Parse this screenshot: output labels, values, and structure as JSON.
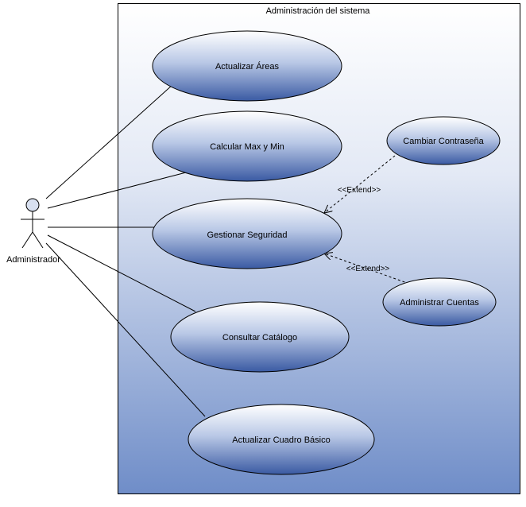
{
  "system": {
    "title": "Administración del sistema"
  },
  "actor": {
    "label": "Administrador"
  },
  "use_cases": {
    "actualizar_areas": "Actualizar Áreas",
    "calcular_max_min": "Calcular Max y Min",
    "gestionar_seguridad": "Gestionar Seguridad",
    "consultar_catalogo": "Consultar Catálogo",
    "actualizar_cuadro_basico": "Actualizar Cuadro Básico",
    "cambiar_contrasena": "Cambiar Contraseña",
    "administrar_cuentas": "Administrar Cuentas"
  },
  "relations": {
    "extend_1": "<<Extend>>",
    "extend_2": "<<Extend>>"
  },
  "colors": {
    "boundary_top": "#ffffff",
    "boundary_bottom": "#6f8dc8",
    "ellipse_top": "#ffffff",
    "ellipse_bottom": "#2f4f9a",
    "stroke": "#000000"
  }
}
